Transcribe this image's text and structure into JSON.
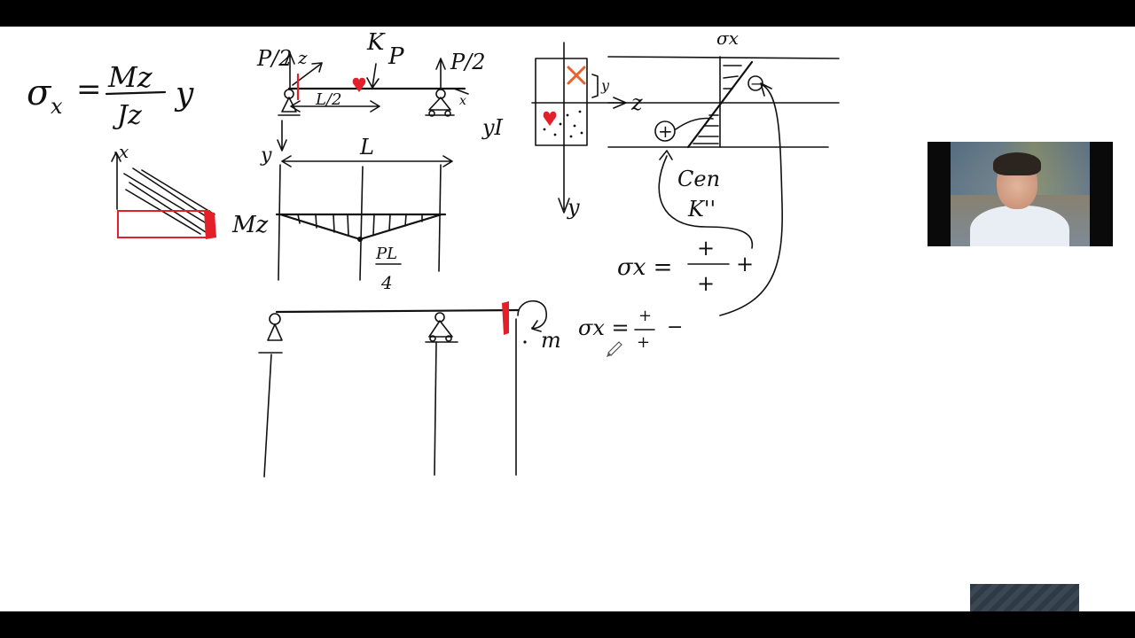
{
  "whiteboard": {
    "formula_main": {
      "sigma": "σ",
      "sub_x": "x",
      "equals": "=",
      "numerator": "Mz",
      "denominator": "Jz",
      "factor": "y"
    },
    "beam": {
      "load_left": "P/2",
      "load_right": "P/2",
      "point_label": "K",
      "load_center": "P",
      "axis_z": "z",
      "axis_x": "x",
      "axis_y": "y",
      "half_span": "L/2",
      "span": "L",
      "moment_label": "Mz",
      "max_moment_num": "PL",
      "max_moment_den": "4"
    },
    "section": {
      "axis_z": "z",
      "axis_y": "y",
      "y_dim": "y",
      "y_bar": "yI",
      "stress_top": "σx",
      "plus_sign": "+",
      "minus_sign": "−",
      "note_line1": "Cen",
      "note_line2": "K''"
    },
    "formula_plus": {
      "lhs": "σx =",
      "num": "+",
      "den": "+",
      "result": "+"
    },
    "formula_minus": {
      "lhs": "σx =",
      "num": "+",
      "den": "+",
      "result": "−"
    },
    "lower_beam": {
      "moment_label": "m"
    }
  },
  "colors": {
    "ink": "#111111",
    "accent_red": "#e3202a",
    "accent_orange": "#e8602c"
  },
  "icons": {
    "pen_cursor": "pen-cursor-icon"
  }
}
